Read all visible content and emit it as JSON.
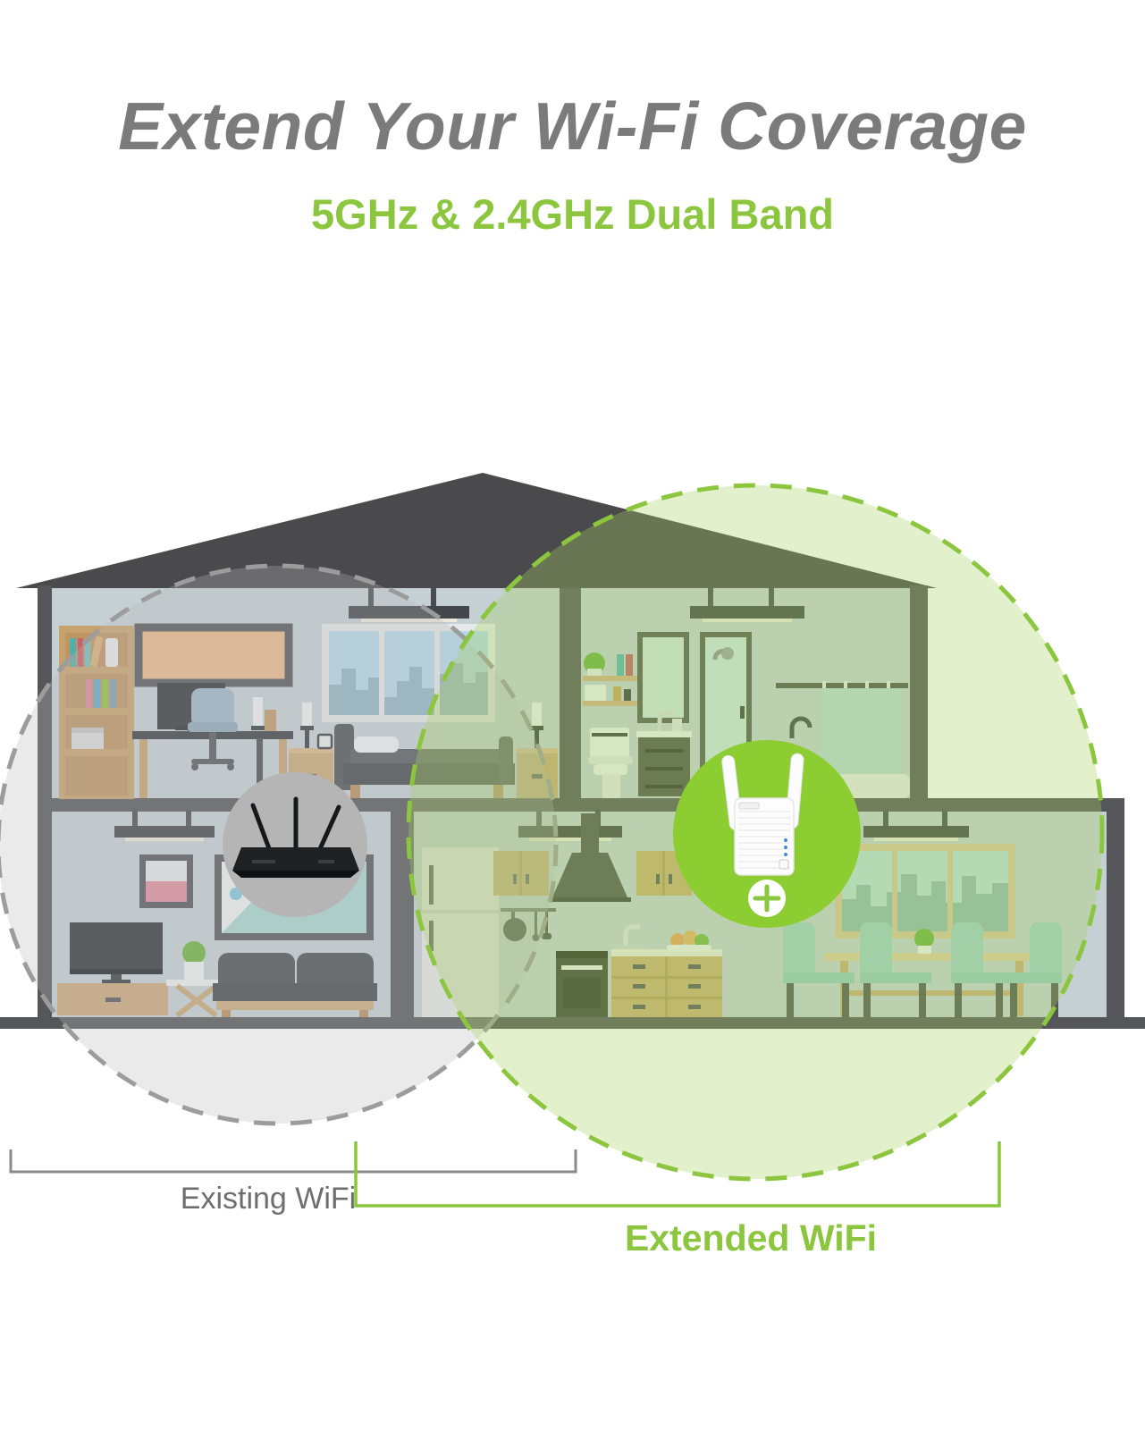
{
  "header": {
    "title": "Extend Your Wi-Fi Coverage",
    "subtitle": "5GHz & 2.4GHz Dual Band"
  },
  "zones": {
    "existing": {
      "label": "Existing WiFi"
    },
    "extended": {
      "label": "Extended WiFi"
    }
  },
  "icons": [
    "wireless-router-icon",
    "wifi-range-extender-icon",
    "plus-icon",
    "house-cross-section"
  ],
  "colors": {
    "title-gray": "#7b7b7b",
    "brand-green": "#8cc63f",
    "badge-green": "#8ccd32",
    "badge-gray": "#b5b5b5",
    "zone-gray-stroke": "#9c9c9c",
    "zone-gray-fill": "rgba(185,185,185,0.30)",
    "zone-green-fill": "rgba(167,208,98,0.33)",
    "roof-dark": "#4a4a4c",
    "structure-dark": "#55565a",
    "room-wall": "#c5d0d4",
    "led-blue": "#4a86e8"
  }
}
